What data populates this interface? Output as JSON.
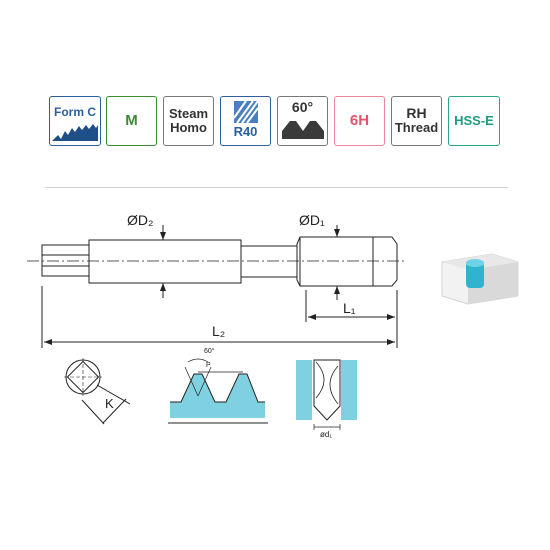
{
  "badges": [
    {
      "line1": "Form C",
      "line2": ""
    },
    {
      "line1": "M",
      "line2": ""
    },
    {
      "line1": "Steam",
      "line2": "Homo"
    },
    {
      "line1": "R40",
      "line2": ""
    },
    {
      "line1": "60°",
      "line2": ""
    },
    {
      "line1": "6H",
      "line2": ""
    },
    {
      "line1": "RH",
      "line2": "Thread"
    },
    {
      "line1": "HSS-E",
      "line2": ""
    }
  ],
  "drawing": {
    "d2_label": "ØD₂",
    "d1_label": "ØD₁",
    "l1_label": "L₁",
    "l2_label": "L₂",
    "k_label": "K",
    "angle_label": "60°",
    "pitch_label": "P",
    "d1_small_label": "ød₁"
  },
  "colors": {
    "brand_blue": "#2b5f9e",
    "green": "#3a8a3a",
    "pink": "#e0556d",
    "teal": "#1e9c80",
    "cyan_fill": "#7fd0e0"
  }
}
